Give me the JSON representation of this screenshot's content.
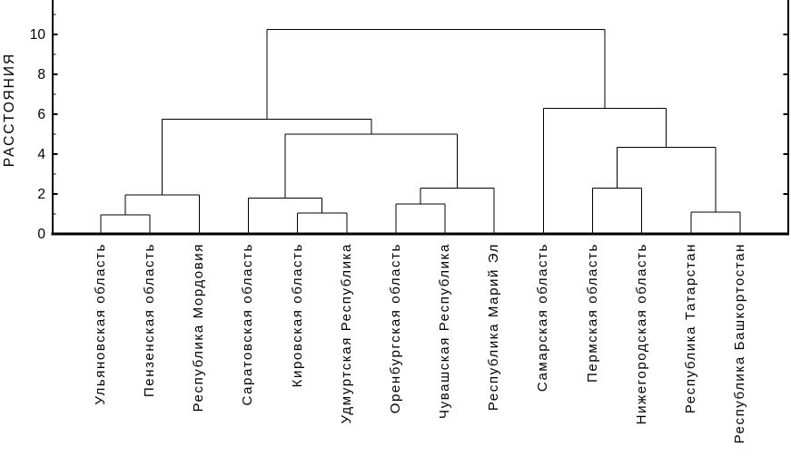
{
  "chart_data": {
    "type": "dendrogram",
    "title": "",
    "ylabel": "РАССТОЯНИЯ",
    "xlabel": "",
    "ylim": [
      0,
      11.7
    ],
    "grid": false,
    "legend": "none",
    "y_tick_labels": [
      "0",
      "2",
      "4",
      "6",
      "8",
      "10"
    ],
    "y_ticks_major": [
      0,
      2,
      4,
      6,
      8,
      10
    ],
    "y_ticks_minor": [
      1,
      3,
      5,
      7,
      9,
      11
    ],
    "leaves": [
      "Ульяновская область",
      "Пензенская область",
      "Республика Мордовия",
      "Саратовская область",
      "Кировская область",
      "Удмуртская Республика",
      "Оренбургская область",
      "Чувашская Республика",
      "Республика Марий Эл",
      "Самарская область",
      "Пермская область",
      "Нижегородская область",
      "Республика Татарстан",
      "Республика Башкортостан"
    ],
    "merges": [
      {
        "left": 0,
        "right": 1,
        "height": 0.95
      },
      {
        "left": 14,
        "right": 2,
        "height": 1.95
      },
      {
        "left": 4,
        "right": 5,
        "height": 1.05
      },
      {
        "left": 3,
        "right": 16,
        "height": 1.8
      },
      {
        "left": 6,
        "right": 7,
        "height": 1.5
      },
      {
        "left": 18,
        "right": 8,
        "height": 2.3
      },
      {
        "left": 17,
        "right": 19,
        "height": 5.0
      },
      {
        "left": 15,
        "right": 20,
        "height": 5.75
      },
      {
        "left": 10,
        "right": 11,
        "height": 2.3
      },
      {
        "left": 12,
        "right": 13,
        "height": 1.1
      },
      {
        "left": 22,
        "right": 23,
        "height": 4.35
      },
      {
        "left": 9,
        "right": 24,
        "height": 6.3
      },
      {
        "left": 21,
        "right": 25,
        "height": 10.25
      }
    ],
    "colors": {
      "line": "#000000",
      "background": "#ffffff",
      "text": "#000000"
    }
  }
}
